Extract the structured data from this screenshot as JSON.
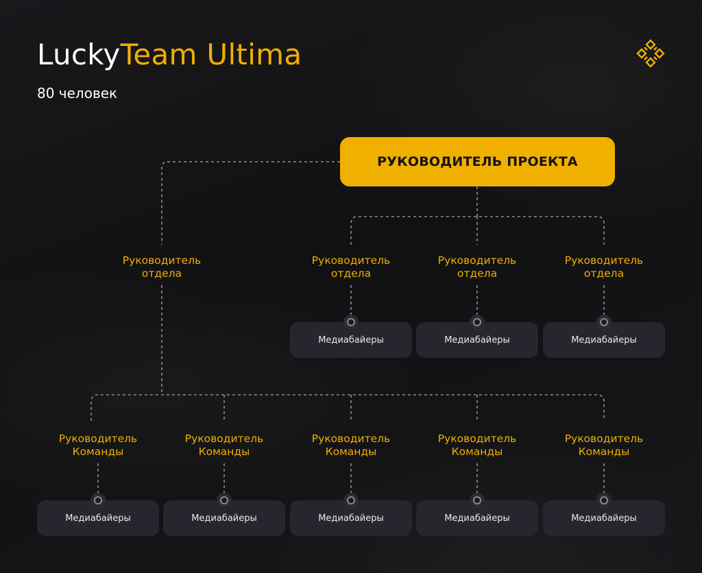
{
  "header": {
    "title_part1": "Lucky",
    "title_part2": "Team Ultima",
    "subtitle": "80 человек"
  },
  "logo": {
    "icon": "lucky-team-emblem-icon",
    "color": "#f0b000"
  },
  "colors": {
    "accent": "#f0b000",
    "background": "#141416",
    "card": "#26262e",
    "line": "#8a8a92"
  },
  "org": {
    "head": "РУКОВОДИТЕЛЬ ПРОЕКТА",
    "departments": [
      {
        "line1": "Руководитель",
        "line2": "отдела"
      },
      {
        "line1": "Руководитель",
        "line2": "отдела"
      },
      {
        "line1": "Руководитель",
        "line2": "отдела"
      },
      {
        "line1": "Руководитель",
        "line2": "отдела"
      }
    ],
    "teams": [
      {
        "line1": "Руководитель",
        "line2": "Команды"
      },
      {
        "line1": "Руководитель",
        "line2": "Команды"
      },
      {
        "line1": "Руководитель",
        "line2": "Команды"
      },
      {
        "line1": "Руководитель",
        "line2": "Команды"
      },
      {
        "line1": "Руководитель",
        "line2": "Команды"
      }
    ],
    "media_label": "Медиабайеры"
  }
}
